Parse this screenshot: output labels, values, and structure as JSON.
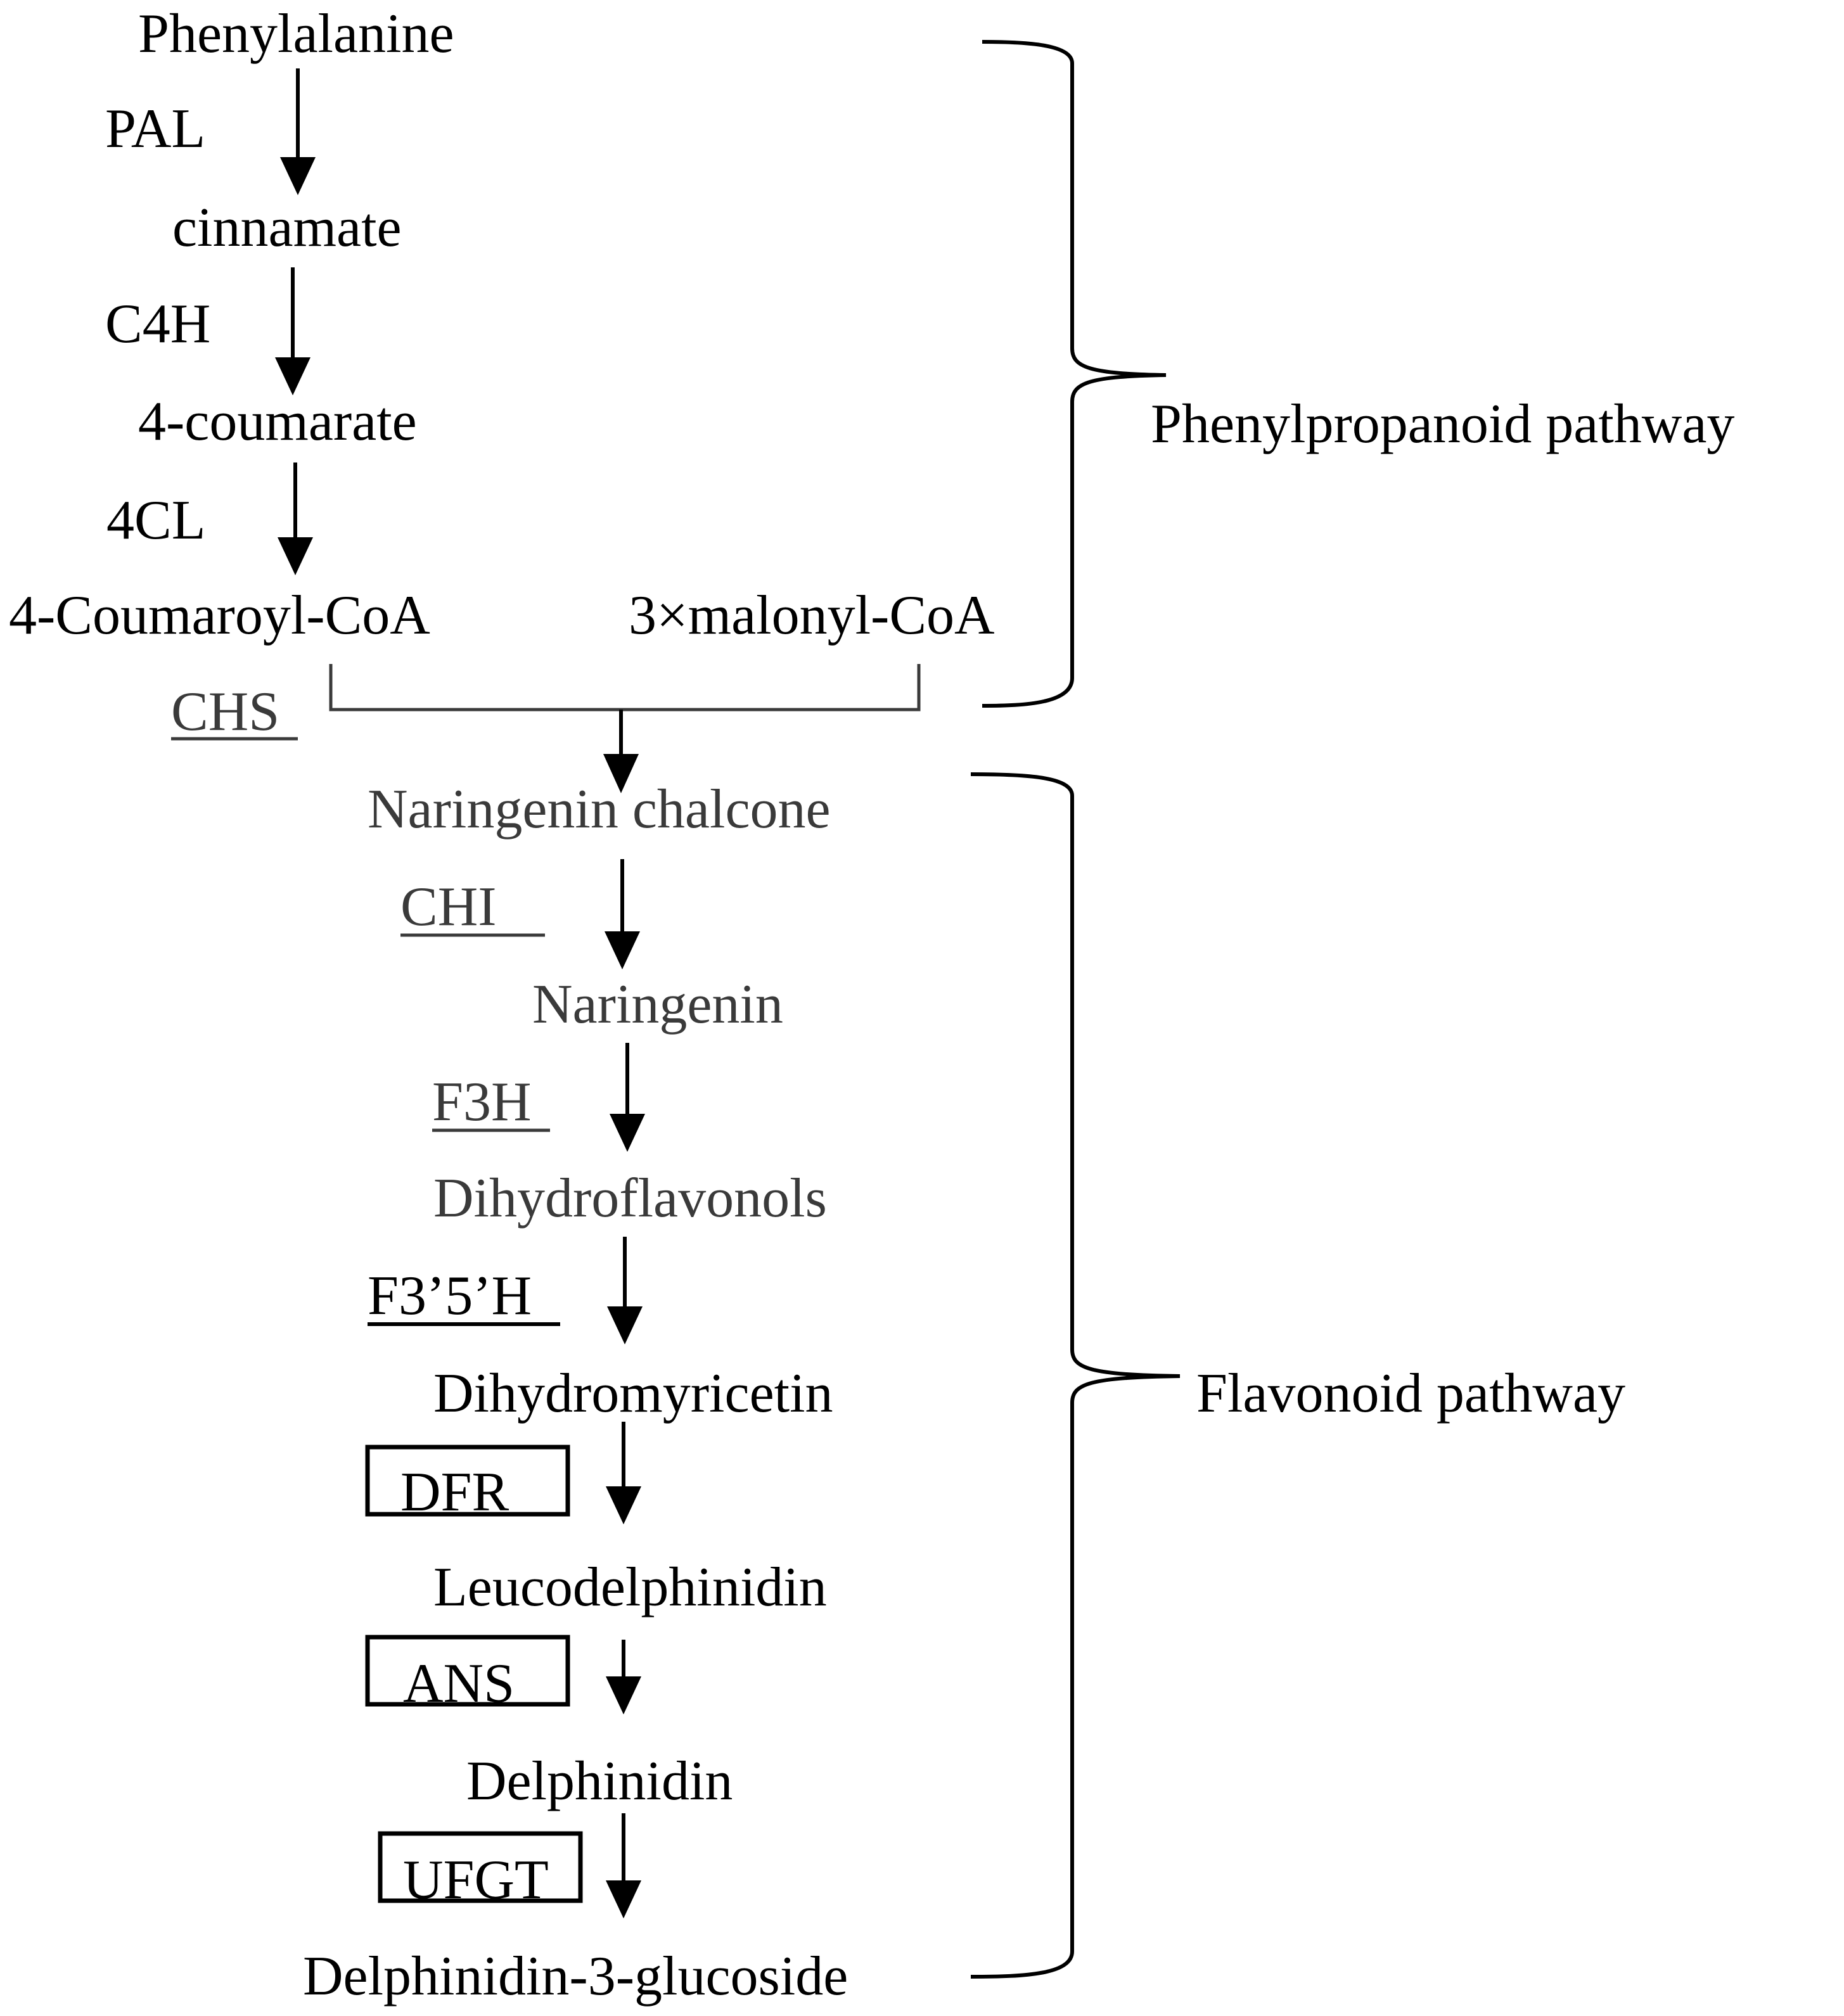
{
  "compounds": {
    "phenylalanine": "Phenylalanine",
    "cinnamate": "cinnamate",
    "coumarate": "4-coumarate",
    "coumaroyl_coa": "4-Coumaroyl-CoA",
    "malonyl_coa": "3×malonyl-CoA",
    "naringenin_chalcone": "Naringenin chalcone",
    "naringenin": "Naringenin",
    "dihydroflavonols": "Dihydroflavonols",
    "dihydromyricetin": "Dihydromyricetin",
    "leucodelphinidin": "Leucodelphinidin",
    "delphinidin": "Delphinidin",
    "delphinidin_3_glucoside": "Delphinidin-3-glucoside"
  },
  "enzymes": {
    "pal": "PAL",
    "c4h": "C4H",
    "cl4": "4CL",
    "chs": "CHS",
    "chi": "CHI",
    "f3h": "F3H",
    "f35h": "F3’5’H",
    "dfr": "DFR",
    "ans": "ANS",
    "ufgt": "UFGT"
  },
  "pathways": {
    "phenylpropanoid": "Phenylpropanoid pathway",
    "flavonoid": "Flavonoid pathway"
  }
}
